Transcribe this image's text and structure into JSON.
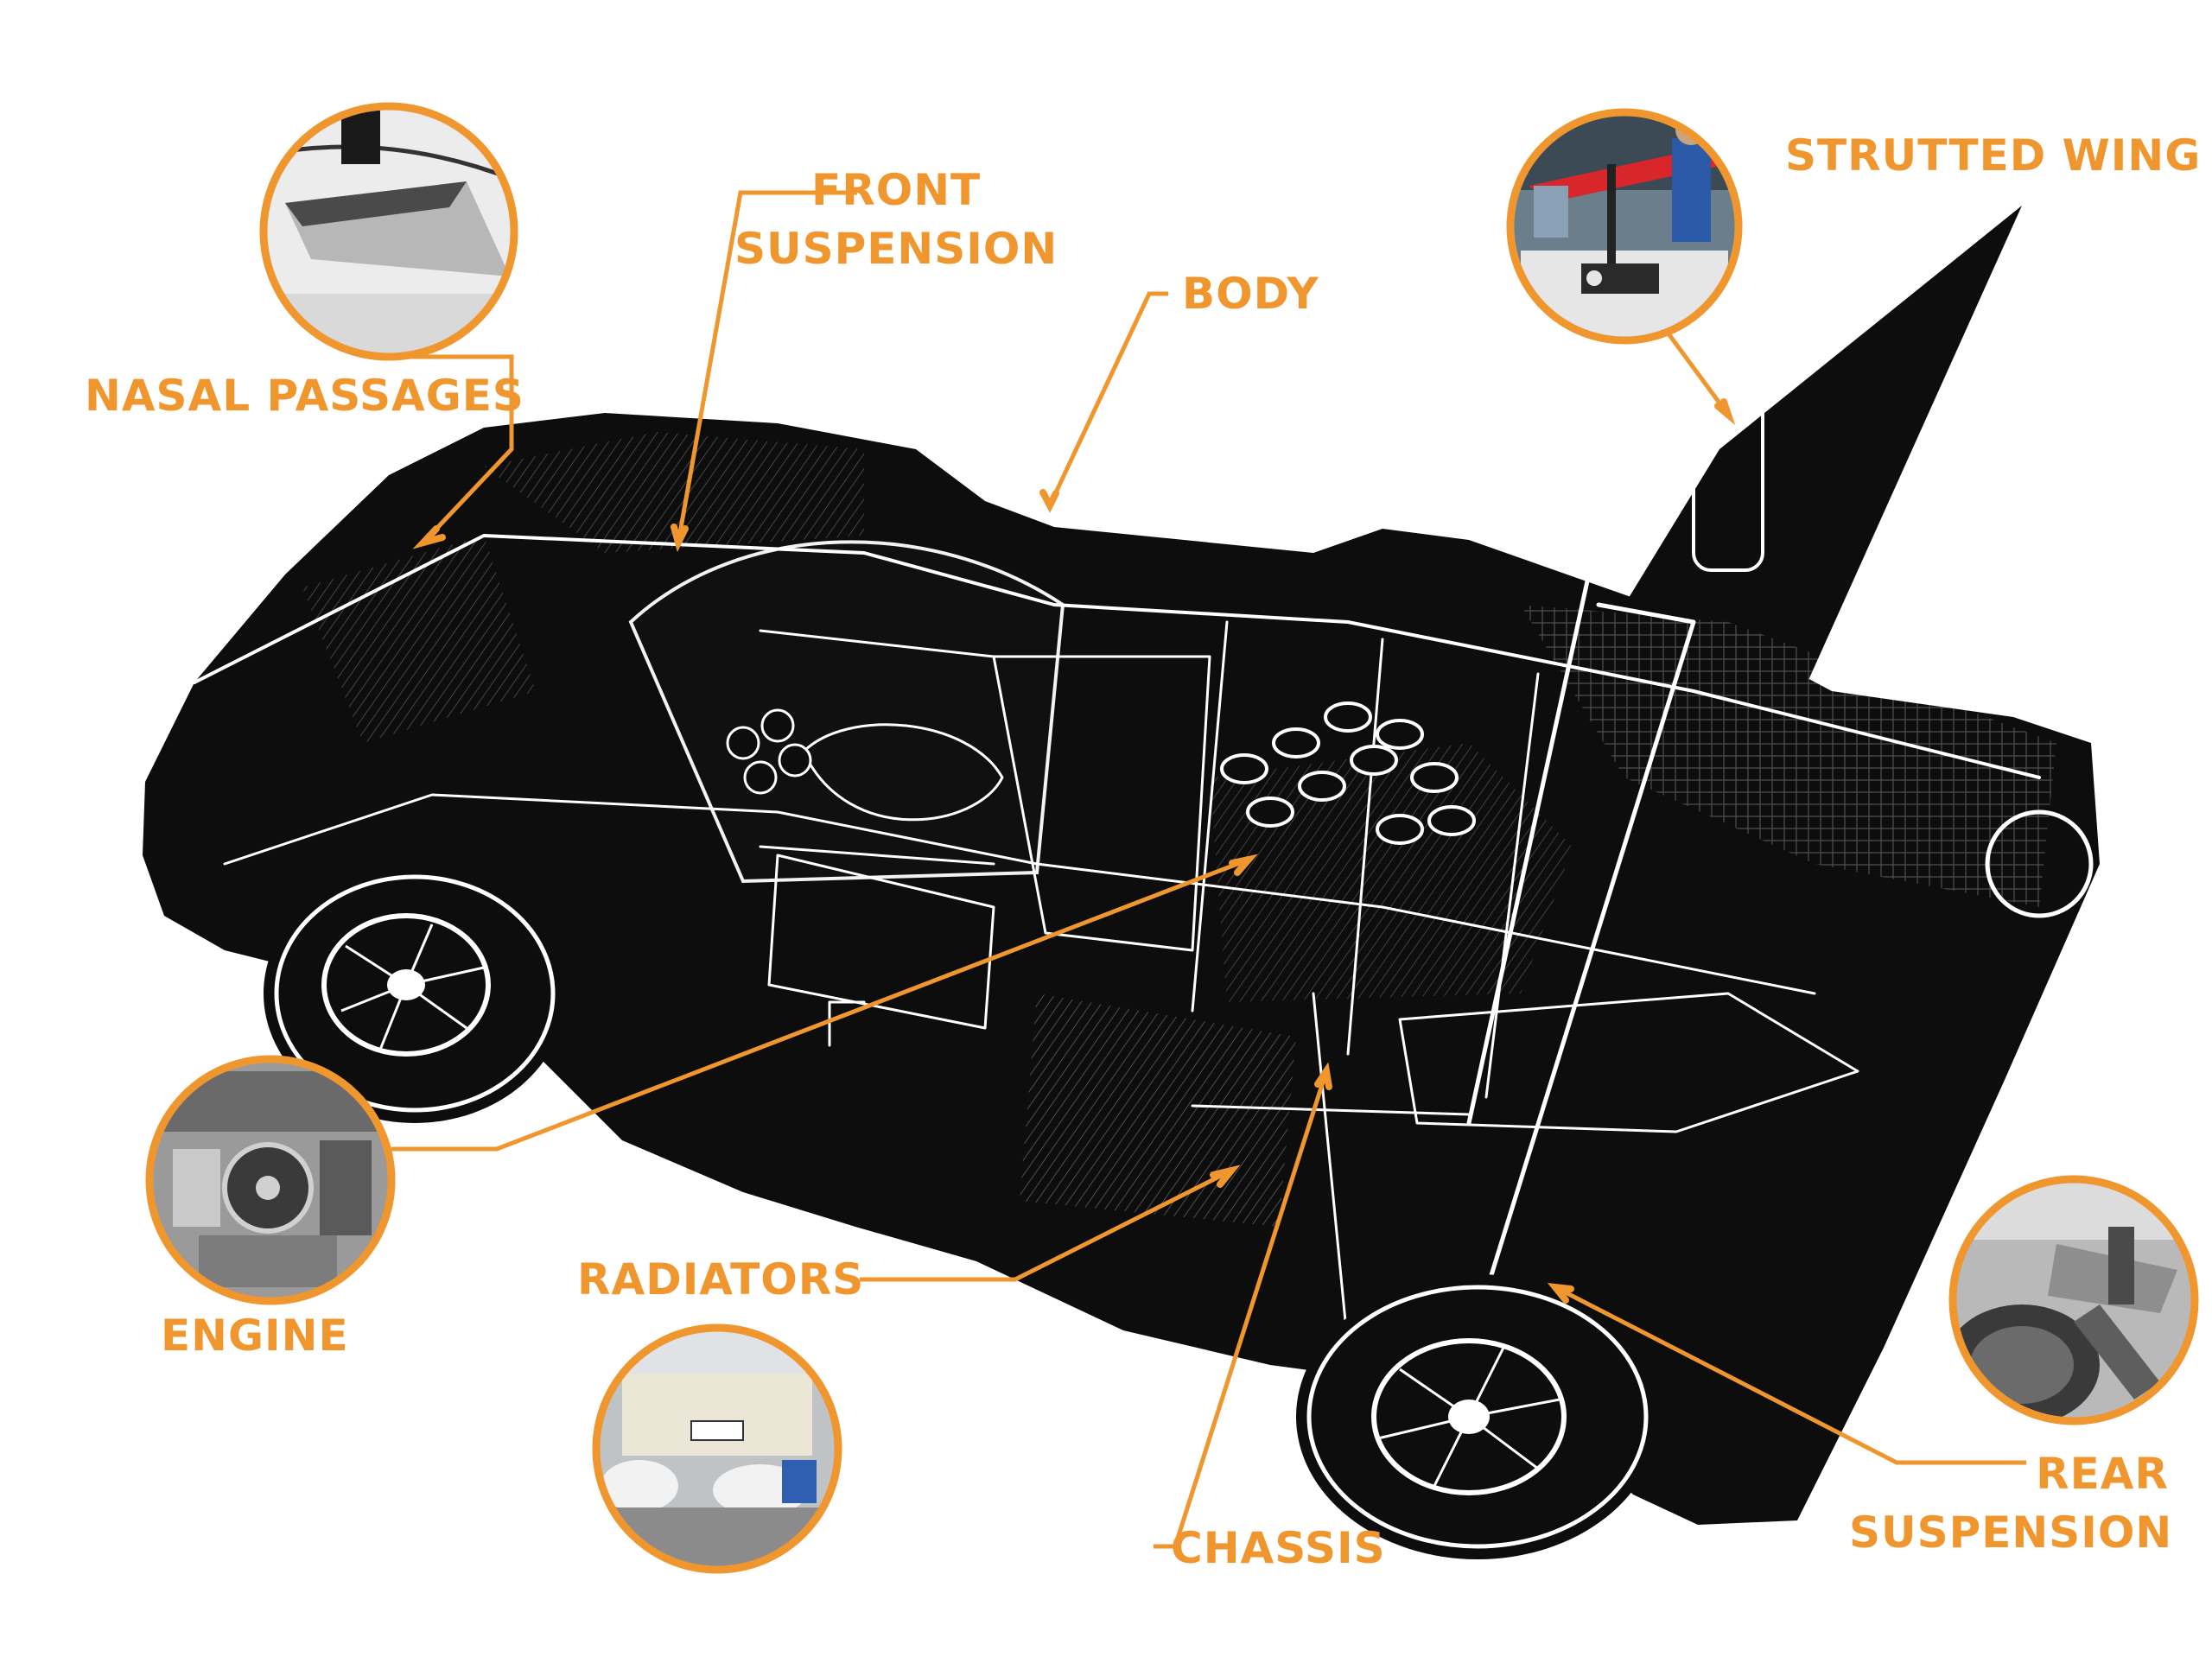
{
  "accent_color": "#f0962e",
  "car_color": "#0d0d0d",
  "labels": {
    "nasal_passages": "NASAL PASSAGES",
    "front_suspension": [
      "FRONT",
      "SUSPENSION"
    ],
    "body": "BODY",
    "strutted_wing": "STRUTTED WING",
    "engine": "ENGINE",
    "radiators": "RADIATORS",
    "chassis": "CHASSIS",
    "rear_suspension": [
      "REAR",
      "SUSPENSION"
    ]
  },
  "photo_insets": [
    {
      "id": "nasal-passages-photo",
      "icon": "nasal-duct-photo"
    },
    {
      "id": "strutted-wing-photo",
      "icon": "wing-strut-photo"
    },
    {
      "id": "engine-photo",
      "icon": "engine-bay-photo"
    },
    {
      "id": "radiators-photo",
      "icon": "mechanics-under-car-photo"
    },
    {
      "id": "rear-suspension-photo",
      "icon": "rear-suspension-photo"
    }
  ]
}
